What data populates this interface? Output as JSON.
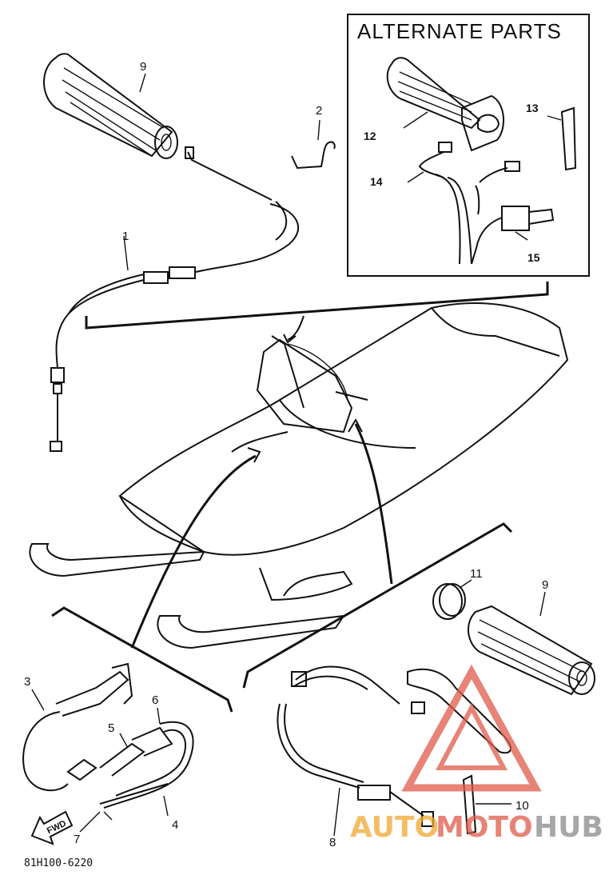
{
  "alternate_parts": {
    "title": "ALTERNATE PARTS",
    "labels": [
      "12",
      "13",
      "14",
      "15"
    ]
  },
  "callouts": {
    "p1": "1",
    "p2": "2",
    "p3": "3",
    "p4": "4",
    "p5": "5",
    "p6": "6",
    "p7": "7",
    "p8": "8",
    "p9_top": "9",
    "p9_right": "9",
    "p10": "10",
    "p11": "11"
  },
  "direction_arrow": "FWD",
  "part_code": "81H100-6220",
  "watermark": {
    "prefix": "AUTO",
    "middle": "MOTO",
    "suffix": "HUB",
    "colors": {
      "auto": "#f0a830",
      "moto": "#e05a4a",
      "hub": "#8a8a8a",
      "triangle": "#e05a4a"
    }
  }
}
